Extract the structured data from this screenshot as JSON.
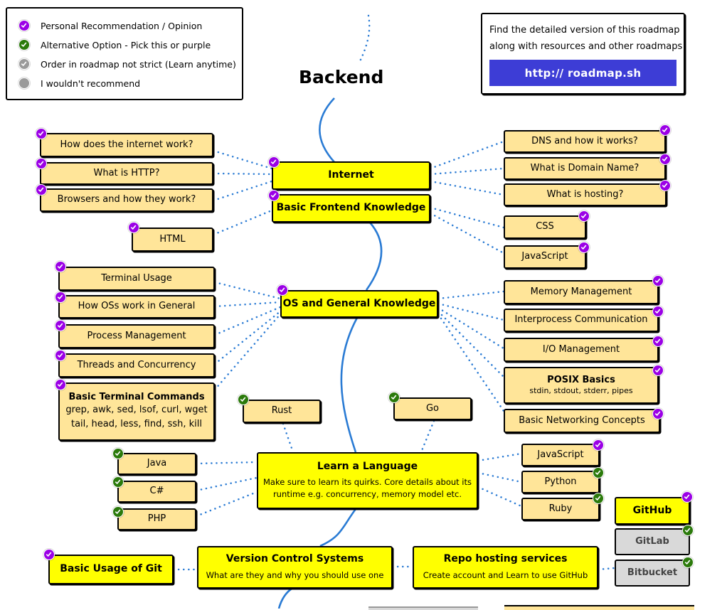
{
  "legend": {
    "items": [
      {
        "badge": "purple-check-icon",
        "label": "Personal Recommendation / Opinion"
      },
      {
        "badge": "green-check-icon",
        "label": "Alternative Option - Pick this or purple"
      },
      {
        "badge": "grey-check-icon",
        "label": "Order in roadmap not strict (Learn anytime)"
      },
      {
        "badge": "grey-dot-icon",
        "label": "I wouldn't recommend"
      }
    ]
  },
  "title": "Backend",
  "info": {
    "line1": "Find the detailed version of this roadmap",
    "line2": "along with resources and other roadmaps",
    "url_label": "http:// roadmap.sh"
  },
  "nodes": {
    "internet": {
      "label": "Internet",
      "badge": "purple"
    },
    "frontend": {
      "label": "Basic Frontend Knowledge",
      "badge": "purple"
    },
    "os": {
      "label": "OS and General Knowledge",
      "badge": "purple"
    },
    "language": {
      "label": "Learn a Language",
      "desc1": "Make sure to learn its quirks. Core details about its",
      "desc2": "runtime e.g. concurrency, memory model etc."
    },
    "vcs": {
      "label": "Version Control Systems",
      "desc": "What are they and why you should use one"
    },
    "repo": {
      "label": "Repo hosting services",
      "desc": "Create account and Learn to use GitHub"
    },
    "git": {
      "label": "Basic Usage of Git",
      "badge": "purple"
    },
    "github": {
      "label": "GitHub",
      "badge": "purple"
    },
    "gitlab": {
      "label": "GitLab",
      "badge": "green"
    },
    "bitbucket": {
      "label": "Bitbucket",
      "badge": "green"
    },
    "how_internet": {
      "label": "How does the internet work?",
      "badge": "purple"
    },
    "http": {
      "label": "What is HTTP?",
      "badge": "purple"
    },
    "browsers": {
      "label": "Browsers and how they work?",
      "badge": "purple"
    },
    "dns": {
      "label": "DNS and how it works?",
      "badge": "purple"
    },
    "domain": {
      "label": "What is Domain Name?",
      "badge": "purple"
    },
    "hosting": {
      "label": "What is hosting?",
      "badge": "purple"
    },
    "html": {
      "label": "HTML",
      "badge": "purple"
    },
    "css": {
      "label": "CSS",
      "badge": "purple"
    },
    "js_fe": {
      "label": "JavaScript",
      "badge": "purple"
    },
    "terminal": {
      "label": "Terminal Usage",
      "badge": "purple"
    },
    "how_os": {
      "label": "How OSs work in General",
      "badge": "purple"
    },
    "process": {
      "label": "Process Management",
      "badge": "purple"
    },
    "threads": {
      "label": "Threads and Concurrency",
      "badge": "purple"
    },
    "commands": {
      "label": "Basic Terminal Commands",
      "line1": "grep, awk, sed, lsof, curl, wget",
      "line2": "tail, head, less, find, ssh, kill",
      "badge": "purple"
    },
    "memory": {
      "label": "Memory Management",
      "badge": "purple"
    },
    "ipc": {
      "label": "Interprocess Communication",
      "badge": "purple"
    },
    "io": {
      "label": "I/O Management",
      "badge": "purple"
    },
    "posix": {
      "label": "POSIX Basics",
      "desc": "stdin, stdout, stderr, pipes",
      "badge": "purple"
    },
    "networking": {
      "label": "Basic Networking Concepts",
      "badge": "purple"
    },
    "rust": {
      "label": "Rust",
      "badge": "green"
    },
    "go": {
      "label": "Go",
      "badge": "green"
    },
    "java": {
      "label": "Java",
      "badge": "green"
    },
    "csharp": {
      "label": "C#",
      "badge": "green"
    },
    "php": {
      "label": "PHP",
      "badge": "green"
    },
    "js_lang": {
      "label": "JavaScript",
      "badge": "purple"
    },
    "python": {
      "label": "Python",
      "badge": "green"
    },
    "ruby": {
      "label": "Ruby",
      "badge": "green"
    }
  },
  "colors": {
    "main_node": "#ffff00",
    "sub_node": "#ffe599",
    "disabled_node": "#d9d9d9",
    "purple": "#9b00e6",
    "green": "#2b7a0b",
    "grey": "#9a9a9a",
    "connector": "#2a7bd4",
    "link_button": "#3d3dd6"
  }
}
